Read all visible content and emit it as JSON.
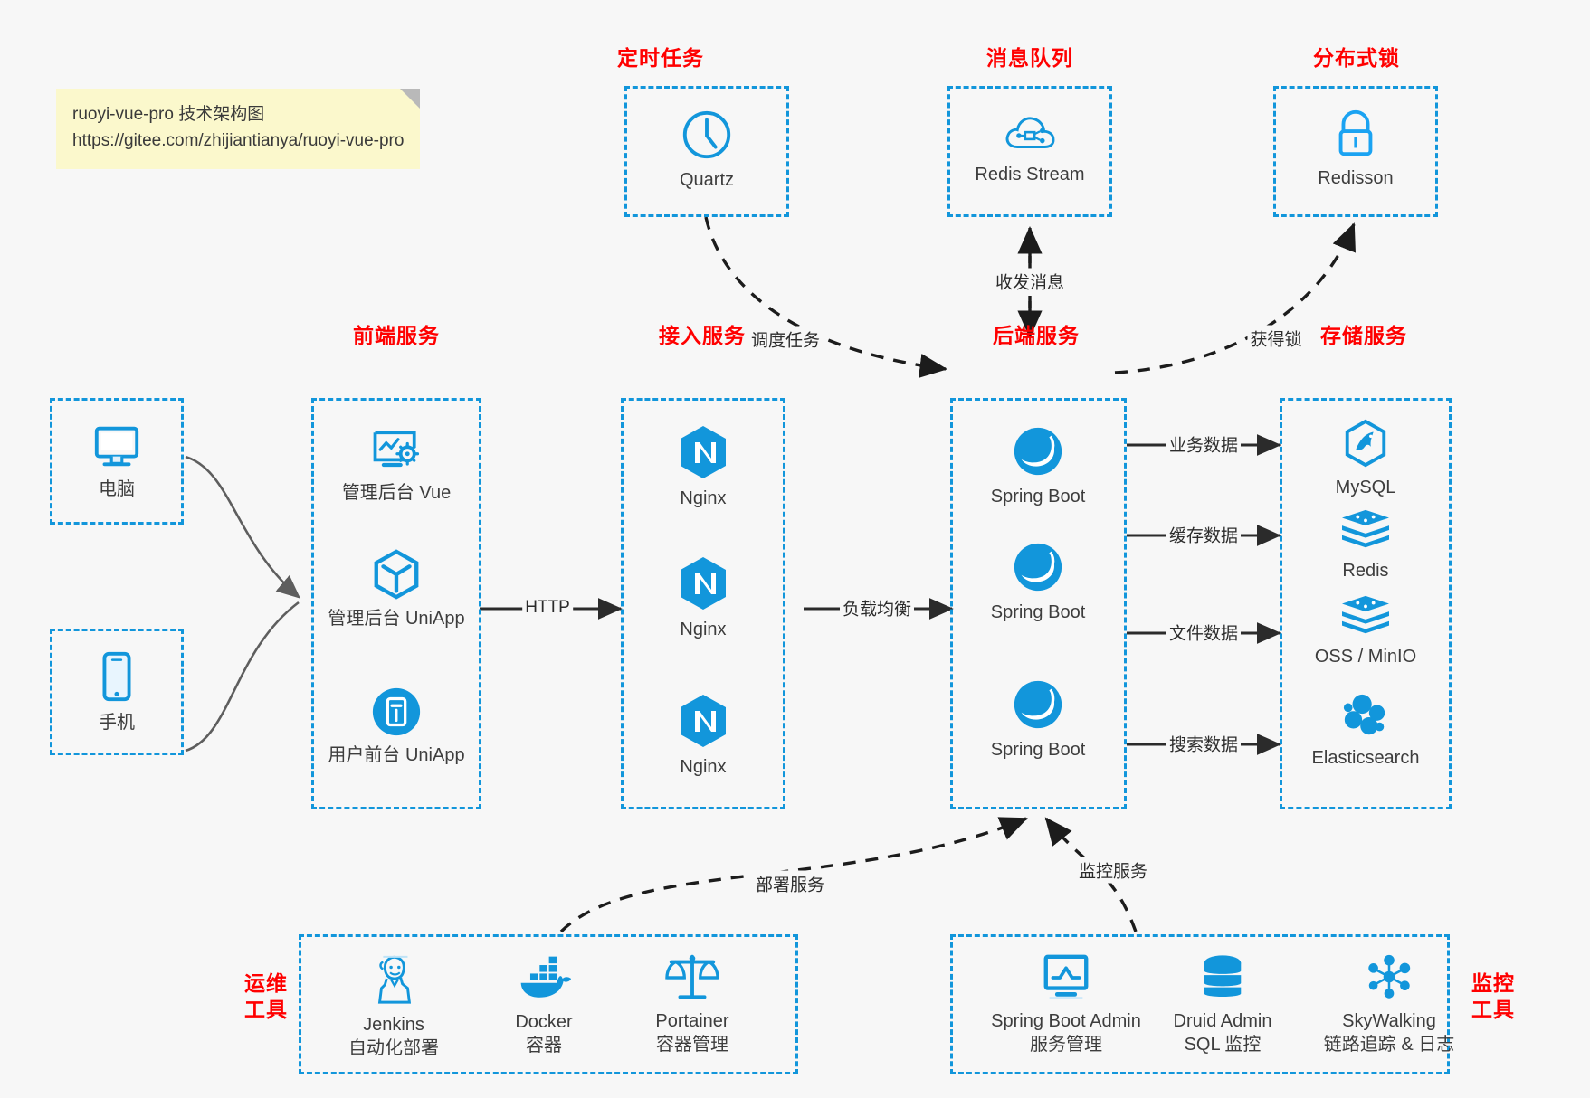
{
  "note": {
    "line1": "ruoyi-vue-pro 技术架构图",
    "line2": "https://gitee.com/zhijiantianya/ruoyi-vue-pro"
  },
  "colors": {
    "accent": "#1296db",
    "group_title": "#ff0000",
    "caption": "#3d3d3d",
    "arrow": "#2b2b2b",
    "curve": "#5e5e5e",
    "background": "#f7f7f7",
    "note_bg": "#fbf8cc"
  },
  "groups": {
    "scheduler": {
      "title": "定时任务",
      "nodes": [
        {
          "name": "Quartz",
          "icon": "clock-icon"
        }
      ]
    },
    "mq": {
      "title": "消息队列",
      "nodes": [
        {
          "name": "Redis Stream",
          "icon": "cloud-stream-icon"
        }
      ]
    },
    "lock": {
      "title": "分布式锁",
      "nodes": [
        {
          "name": "Redisson",
          "icon": "lock-icon"
        }
      ]
    },
    "clients": {
      "nodes": [
        {
          "name": "电脑",
          "icon": "desktop-icon"
        },
        {
          "name": "手机",
          "icon": "mobile-icon"
        }
      ]
    },
    "frontend": {
      "title": "前端服务",
      "nodes": [
        {
          "name": "管理后台 Vue",
          "icon": "dashboard-gear-icon"
        },
        {
          "name": "管理后台 UniApp",
          "icon": "cube-icon"
        },
        {
          "name": "用户前台 UniApp",
          "icon": "app-book-icon"
        }
      ]
    },
    "gateway": {
      "title": "接入服务",
      "nodes": [
        {
          "name": "Nginx",
          "icon": "nginx-icon"
        },
        {
          "name": "Nginx",
          "icon": "nginx-icon"
        },
        {
          "name": "Nginx",
          "icon": "nginx-icon"
        }
      ]
    },
    "backend": {
      "title": "后端服务",
      "nodes": [
        {
          "name": "Spring Boot",
          "icon": "spring-icon"
        },
        {
          "name": "Spring Boot",
          "icon": "spring-icon"
        },
        {
          "name": "Spring Boot",
          "icon": "spring-icon"
        }
      ]
    },
    "storage": {
      "title": "存储服务",
      "nodes": [
        {
          "name": "MySQL",
          "icon": "mysql-icon"
        },
        {
          "name": "Redis",
          "icon": "redis-icon"
        },
        {
          "name": "OSS / MinIO",
          "icon": "oss-icon"
        },
        {
          "name": "Elasticsearch",
          "icon": "elasticsearch-icon"
        }
      ]
    },
    "devops": {
      "title_line1": "运维",
      "title_line2": "工具",
      "nodes": [
        {
          "name": "Jenkins",
          "sub": "自动化部署",
          "icon": "jenkins-icon"
        },
        {
          "name": "Docker",
          "sub": "容器",
          "icon": "docker-icon"
        },
        {
          "name": "Portainer",
          "sub": "容器管理",
          "icon": "scales-icon"
        }
      ]
    },
    "monitor": {
      "title_line1": "监控",
      "title_line2": "工具",
      "nodes": [
        {
          "name": "Spring Boot Admin",
          "sub": "服务管理",
          "icon": "monitor-chart-icon"
        },
        {
          "name": "Druid Admin",
          "sub": "SQL 监控",
          "icon": "database-icon"
        },
        {
          "name": "SkyWalking",
          "sub": "链路追踪 & 日志",
          "icon": "skywalking-icon"
        }
      ]
    }
  },
  "edges": [
    {
      "id": "scheduler-to-backend",
      "label": "调度任务"
    },
    {
      "id": "backend-to-mq",
      "label": "收发消息"
    },
    {
      "id": "backend-to-lock",
      "label": "获得锁"
    },
    {
      "id": "frontend-to-gateway",
      "label": "HTTP"
    },
    {
      "id": "gateway-to-backend",
      "label": "负载均衡"
    },
    {
      "id": "backend-to-mysql",
      "label": "业务数据"
    },
    {
      "id": "backend-to-redis",
      "label": "缓存数据"
    },
    {
      "id": "backend-to-oss",
      "label": "文件数据"
    },
    {
      "id": "backend-to-es",
      "label": "搜索数据"
    },
    {
      "id": "devops-to-backend",
      "label": "部署服务"
    },
    {
      "id": "monitor-to-backend",
      "label": "监控服务"
    }
  ]
}
